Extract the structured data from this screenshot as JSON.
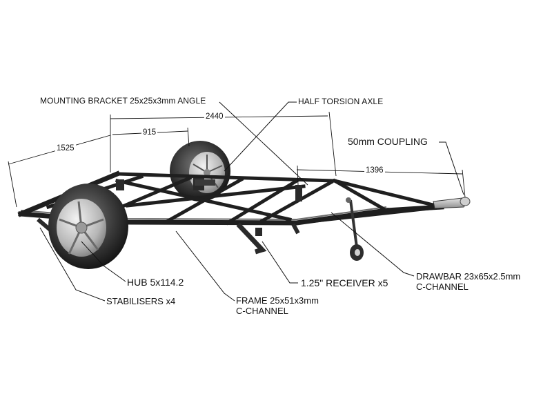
{
  "labels": {
    "mounting_bracket": "MOUNTING BRACKET 25x25x3mm ANGLE",
    "half_torsion_axle": "HALF TORSION AXLE",
    "coupling": "50mm COUPLING",
    "hub": "HUB 5x114.2",
    "stabilisers": "STABILISERS x4",
    "frame_line1": "FRAME 25x51x3mm",
    "frame_line2": "C-CHANNEL",
    "receiver": "1.25\" RECEIVER x5",
    "drawbar_line1": "DRAWBAR 23x65x2.5mm",
    "drawbar_line2": "C-CHANNEL"
  },
  "dimensions": {
    "overall_length": "2440",
    "width": "1525",
    "wheel_offset": "915",
    "drawbar_length": "1396"
  },
  "colors": {
    "frame": "#1f1f1f",
    "tyre": "#3a3a3a",
    "rim": "#bdbdbd",
    "background": "#ffffff"
  }
}
